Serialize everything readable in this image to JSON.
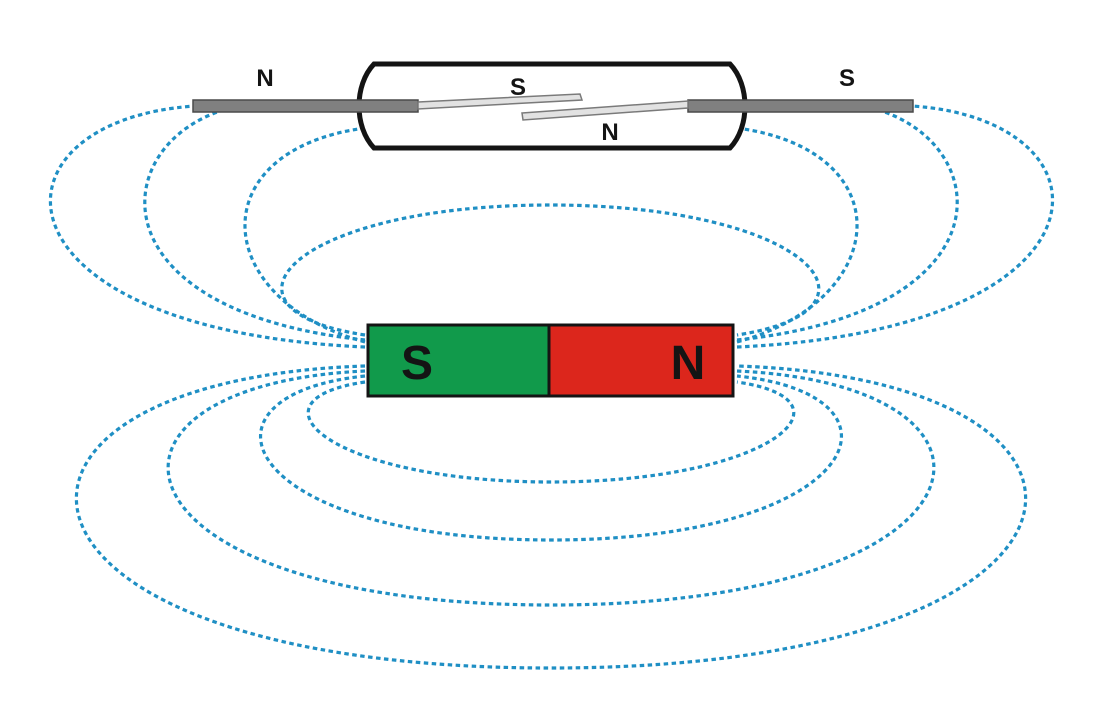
{
  "reed_switch": {
    "left_lead_label": "N",
    "right_lead_label": "S",
    "upper_reed_label": "S",
    "lower_reed_label": "N"
  },
  "magnet": {
    "left_pole_label": "S",
    "right_pole_label": "N"
  },
  "colors": {
    "field_line": "#1f8fc4",
    "south_pole": "#119a4b",
    "north_pole": "#dc261c",
    "lead": "#808080",
    "outline": "#141414"
  }
}
